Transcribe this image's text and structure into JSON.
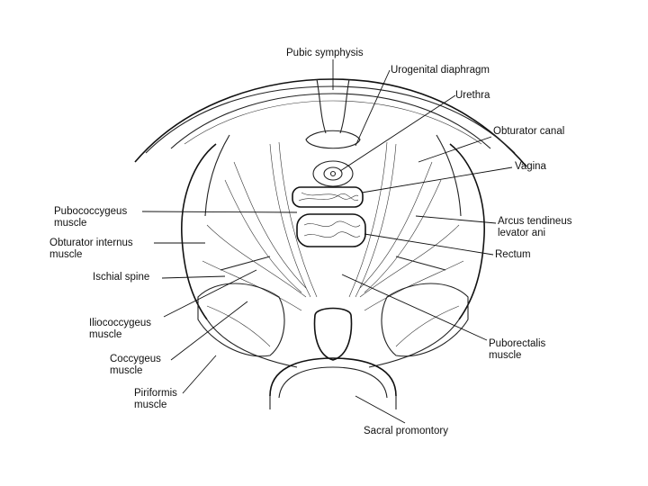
{
  "labels": {
    "pubic_symphysis": "Pubic symphysis",
    "urogenital_diaphragm": "Urogenital diaphragm",
    "urethra": "Urethra",
    "obturator_canal": "Obturator canal",
    "vagina": "Vagina",
    "pubococcygeus_line1": "Pubococcygeus",
    "pubococcygeus_line2": "muscle",
    "arcus_line1": "Arcus tendineus",
    "arcus_line2": "levator ani",
    "obturator_internus_line1": "Obturator internus",
    "obturator_internus_line2": "muscle",
    "rectum": "Rectum",
    "ischial_spine": "Ischial spine",
    "iliococcygeus_line1": "Iliococcygeus",
    "iliococcygeus_line2": "muscle",
    "puborectalis_line1": "Puborectalis",
    "puborectalis_line2": "muscle",
    "coccygeus_line1": "Coccygeus",
    "coccygeus_line2": "muscle",
    "piriformis_line1": "Piriformis",
    "piriformis_line2": "muscle",
    "sacral_promontory": "Sacral promontory"
  }
}
